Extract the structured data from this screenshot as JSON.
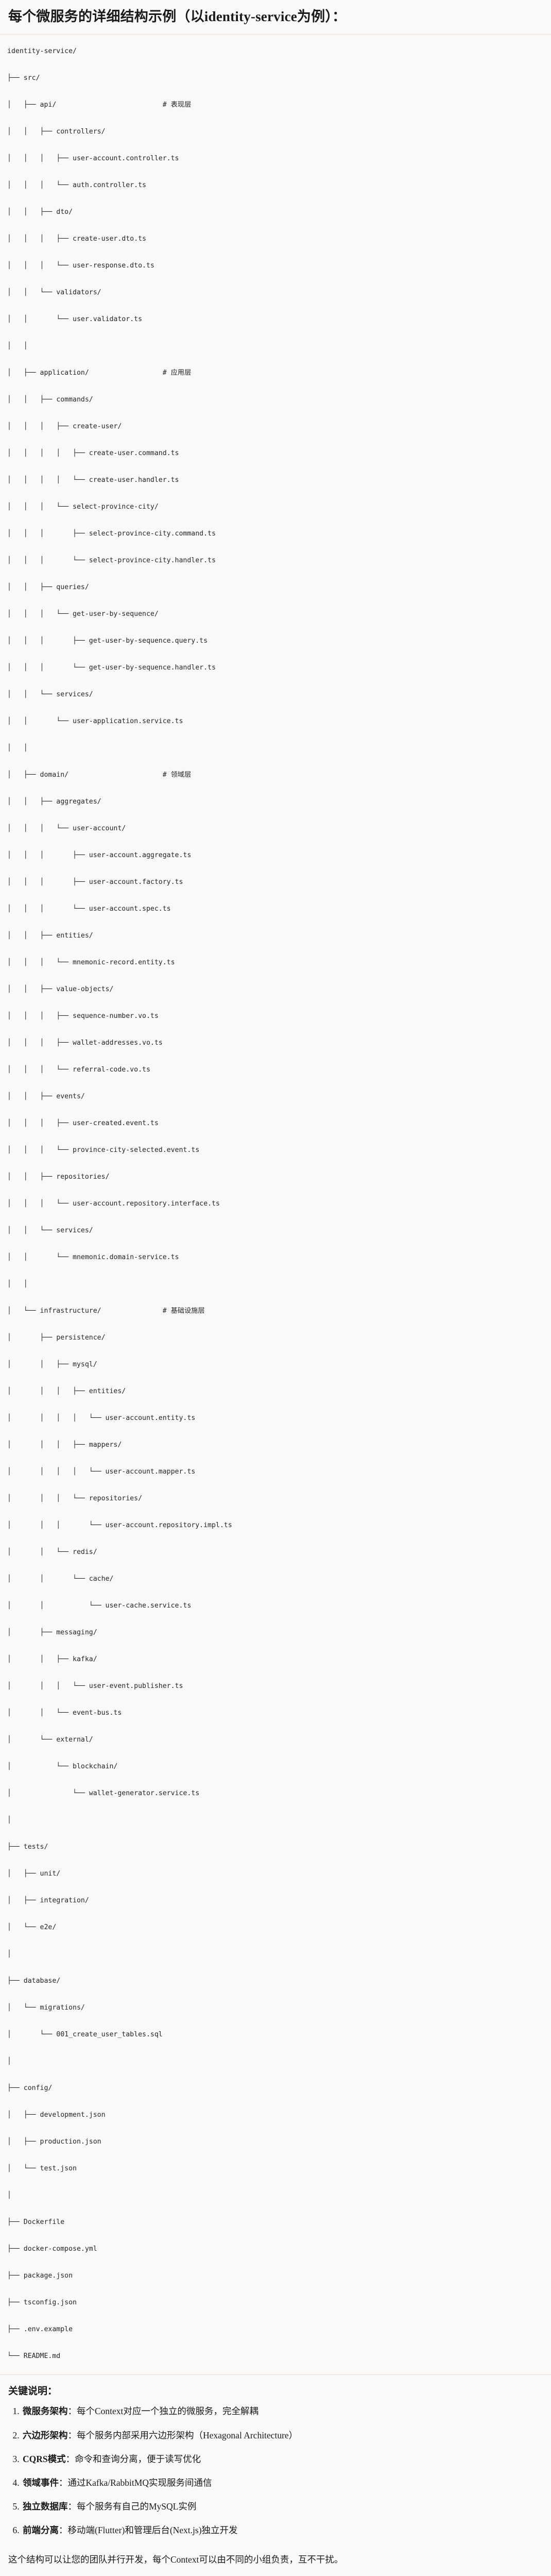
{
  "document": {
    "title": "每个微服务的详细结构示例（以identity-service为例）："
  },
  "tree": {
    "root_label": "identity-service/",
    "lines": [
      "identity-service/",
      "├── src/",
      "│   ├── api/                          # 表现层",
      "│   │   ├── controllers/",
      "│   │   │   ├── user-account.controller.ts",
      "│   │   │   └── auth.controller.ts",
      "│   │   ├── dto/",
      "│   │   │   ├── create-user.dto.ts",
      "│   │   │   └── user-response.dto.ts",
      "│   │   └── validators/",
      "│   │       └── user.validator.ts",
      "│   │",
      "│   ├── application/                  # 应用层",
      "│   │   ├── commands/",
      "│   │   │   ├── create-user/",
      "│   │   │   │   ├── create-user.command.ts",
      "│   │   │   │   └── create-user.handler.ts",
      "│   │   │   └── select-province-city/",
      "│   │   │       ├── select-province-city.command.ts",
      "│   │   │       └── select-province-city.handler.ts",
      "│   │   ├── queries/",
      "│   │   │   └── get-user-by-sequence/",
      "│   │   │       ├── get-user-by-sequence.query.ts",
      "│   │   │       └── get-user-by-sequence.handler.ts",
      "│   │   └── services/",
      "│   │       └── user-application.service.ts",
      "│   │",
      "│   ├── domain/                       # 领域层",
      "│   │   ├── aggregates/",
      "│   │   │   └── user-account/",
      "│   │   │       ├── user-account.aggregate.ts",
      "│   │   │       ├── user-account.factory.ts",
      "│   │   │       └── user-account.spec.ts",
      "│   │   ├── entities/",
      "│   │   │   └── mnemonic-record.entity.ts",
      "│   │   ├── value-objects/",
      "│   │   │   ├── sequence-number.vo.ts",
      "│   │   │   ├── wallet-addresses.vo.ts",
      "│   │   │   └── referral-code.vo.ts",
      "│   │   ├── events/",
      "│   │   │   ├── user-created.event.ts",
      "│   │   │   └── province-city-selected.event.ts",
      "│   │   ├── repositories/",
      "│   │   │   └── user-account.repository.interface.ts",
      "│   │   └── services/",
      "│   │       └── mnemonic.domain-service.ts",
      "│   │",
      "│   └── infrastructure/               # 基础设施层",
      "│       ├── persistence/",
      "│       │   ├── mysql/",
      "│       │   │   ├── entities/",
      "│       │   │   │   └── user-account.entity.ts",
      "│       │   │   ├── mappers/",
      "│       │   │   │   └── user-account.mapper.ts",
      "│       │   │   └── repositories/",
      "│       │   │       └── user-account.repository.impl.ts",
      "│       │   └── redis/",
      "│       │       └── cache/",
      "│       │           └── user-cache.service.ts",
      "│       ├── messaging/",
      "│       │   ├── kafka/",
      "│       │   │   └── user-event.publisher.ts",
      "│       │   └── event-bus.ts",
      "│       └── external/",
      "│           └── blockchain/",
      "│               └── wallet-generator.service.ts",
      "│",
      "├── tests/",
      "│   ├── unit/",
      "│   ├── integration/",
      "│   └── e2e/",
      "│",
      "├── database/",
      "│   └── migrations/",
      "│       └── 001_create_user_tables.sql",
      "│",
      "├── config/",
      "│   ├── development.json",
      "│   ├── production.json",
      "│   └── test.json",
      "│",
      "├── Dockerfile",
      "├── docker-compose.yml",
      "├── package.json",
      "├── tsconfig.json",
      "├── .env.example",
      "└── README.md"
    ],
    "comments": [
      {
        "line_index": 2,
        "text": "# 表现层",
        "layer": "presentation"
      },
      {
        "line_index": 12,
        "text": "# 应用层",
        "layer": "application"
      },
      {
        "line_index": 26,
        "text": "# 领域层",
        "layer": "domain"
      },
      {
        "line_index": 44,
        "text": "# 基础设施层",
        "layer": "infrastructure"
      }
    ]
  },
  "notes": {
    "heading": "关键说明：",
    "items": [
      {
        "term": "微服务架构",
        "sep": "：",
        "desc": "每个Context对应一个独立的微服务，完全解耦"
      },
      {
        "term": "六边形架构",
        "sep": "：",
        "desc": "每个服务内部采用六边形架构（Hexagonal Architecture）"
      },
      {
        "term": "CQRS模式",
        "sep": "：",
        "desc": "命令和查询分离，便于读写优化"
      },
      {
        "term": "领域事件",
        "sep": "：",
        "desc": "通过Kafka/RabbitMQ实现服务间通信"
      },
      {
        "term": "独立数据库",
        "sep": "：",
        "desc": "每个服务有自己的MySQL实例"
      },
      {
        "term": "前端分离",
        "sep": "：",
        "desc": "移动端(Flutter)和管理后台(Next.js)独立开发"
      }
    ],
    "closing": "这个结构可以让您的团队并行开发，每个Context可以由不同的小组负责，互不干扰。"
  },
  "colors": {
    "background": "#faf9f7",
    "text": "#1a1a1a",
    "code_text": "#22262a",
    "rule": "#e3e0da"
  }
}
